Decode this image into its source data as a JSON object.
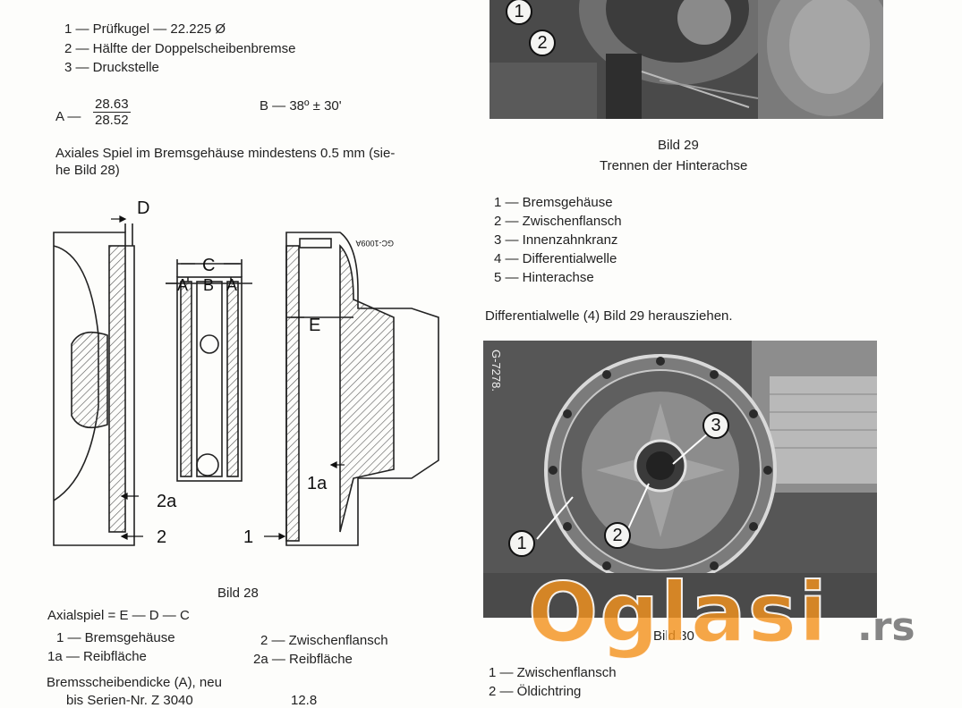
{
  "left": {
    "legend_top": [
      "1 — Prüfkugel  — 22.225 Ø",
      "2 — Hälfte der Doppelscheibenbremse",
      "3 — Druckstelle"
    ],
    "dimension_a_prefix": "A —",
    "dimension_a_num": "28.63",
    "dimension_a_den": "28.52",
    "dimension_b": "B — 38º ± 30'",
    "axial_note_line1": "Axiales Spiel im Bremsgehäuse mindestens 0.5 mm (sie-",
    "axial_note_line2": "he Bild 28)",
    "drawing_labels": {
      "d": "D",
      "c": "C",
      "a1": "A",
      "b": "B",
      "a2": "A",
      "e": "E",
      "l1a": "1a",
      "l2a": "2a",
      "l2": "2",
      "l1": "1",
      "code": "GC-1009A"
    },
    "bild28_caption": "Bild 28",
    "formula": "Axialspiel = E — D — C",
    "legend28_col1": [
      "1 — Bremsgehäuse",
      "1a — Reibfläche"
    ],
    "legend28_col2": [
      "2 — Zwischenflansch",
      "2a — Reibfläche"
    ],
    "disc_line1": "Bremsscheibendicke (A), neu",
    "disc_line2": "bis Serien-Nr. Z 3040",
    "disc_value": "12.8"
  },
  "right": {
    "photo1_callouts": [
      "1",
      "2"
    ],
    "bild29_caption": "Bild 29",
    "bild29_subtitle": "Trennen der Hinterachse",
    "legend29": [
      "1 — Bremsgehäuse",
      "2 — Zwischenflansch",
      "3 — Innenzahnkranz",
      "4 — Differentialwelle",
      "5 — Hinterachse"
    ],
    "instruction": "Differentialwelle (4) Bild 29 herausziehen.",
    "photo2_code": "G-7278.",
    "photo2_callouts": [
      "1",
      "2",
      "3"
    ],
    "bild30_caption": "Bild 30",
    "legend30": [
      "1 — Zwischenflansch",
      "2 — Öldichtring"
    ]
  },
  "watermark": {
    "brand": "Oglasi",
    "suffix": ".rs",
    "color": "#f3921e"
  }
}
